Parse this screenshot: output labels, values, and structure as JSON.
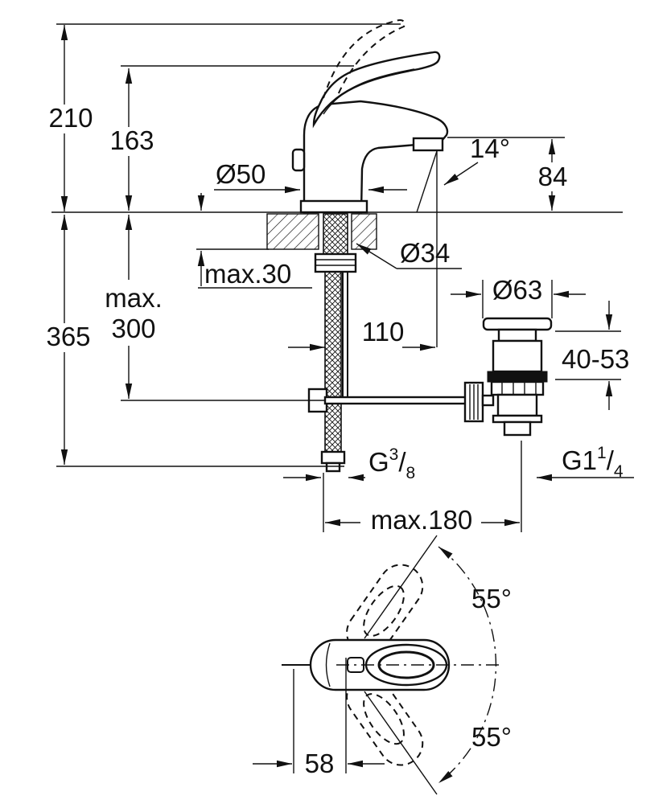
{
  "drawing": {
    "title": "Single-lever basin mixer with pop-up waste — dimensional drawing",
    "units": "mm",
    "views": {
      "front": "side elevation with mounting dimensions",
      "top": "plan view with handle swivel angles"
    }
  },
  "colors": {
    "ink": "#111111",
    "background": "#ffffff"
  },
  "labels": {
    "height_total": "210",
    "height_to_spout": "163",
    "base_diameter": "Ø50",
    "spout_angle": "14°",
    "spout_outlet_height": "84",
    "mounting_hole_diameter": "Ø34",
    "deck_thickness_max": "max.30",
    "hose_reach_max_line1": "max.",
    "hose_reach_max_line2": "300",
    "depth_below_total": "365",
    "spout_reach": "110",
    "waste_flange_diameter": "Ø63",
    "waste_clamping_range": "40-53",
    "supply_thread": {
      "base": "G",
      "numerator": "3",
      "slash": "/",
      "denominator": "8"
    },
    "waste_thread": {
      "base": "G1",
      "numerator": "1",
      "slash": "/",
      "denominator": "4"
    },
    "spacing_max": "max.180",
    "handle_swivel_up": "55°",
    "handle_swivel_down": "55°",
    "handle_offset": "58"
  }
}
